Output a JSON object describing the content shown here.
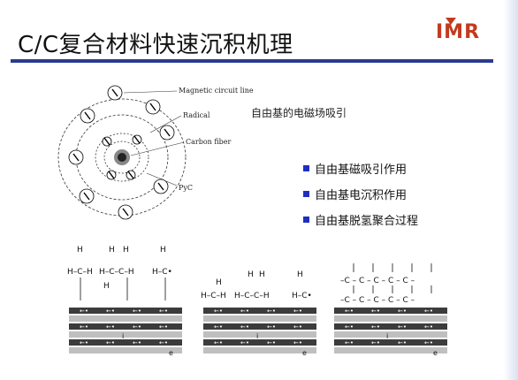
{
  "slide": {
    "title": "C/C复合材料快速沉积机理",
    "logo": "IMR",
    "caption": "自由基的电磁场吸引",
    "bullets": [
      "自由基磁吸引作用",
      "自由基电沉积作用",
      "自由基脱氢聚合过程"
    ]
  },
  "diagram_top": {
    "labels": {
      "magnetic": "Magnetic circuit line",
      "radical": "Radical",
      "fiber": "Carbon fiber",
      "pyc": "PyC"
    }
  },
  "panel_a": {
    "h_row1": [
      "H",
      "H",
      "H",
      "H"
    ],
    "mol_row": [
      "H–C–H",
      "H–C–C–H",
      "H–C•"
    ],
    "h_row3": [
      "H"
    ]
  },
  "panel_b": {
    "h_row1": [
      "H",
      "H",
      "H"
    ],
    "mol_row": [
      "H–C–H",
      "H–C–C–H",
      "H–C•"
    ],
    "h_row_small": "H"
  },
  "panel_c": {
    "chain_row": "–C – C – C – C – C –"
  },
  "layer_marks": {
    "i_label": "i",
    "e_label": "e"
  },
  "colors": {
    "accent": "#2a3b8f",
    "bullet": "#1f2fbf",
    "logo": "#c43a1e"
  }
}
